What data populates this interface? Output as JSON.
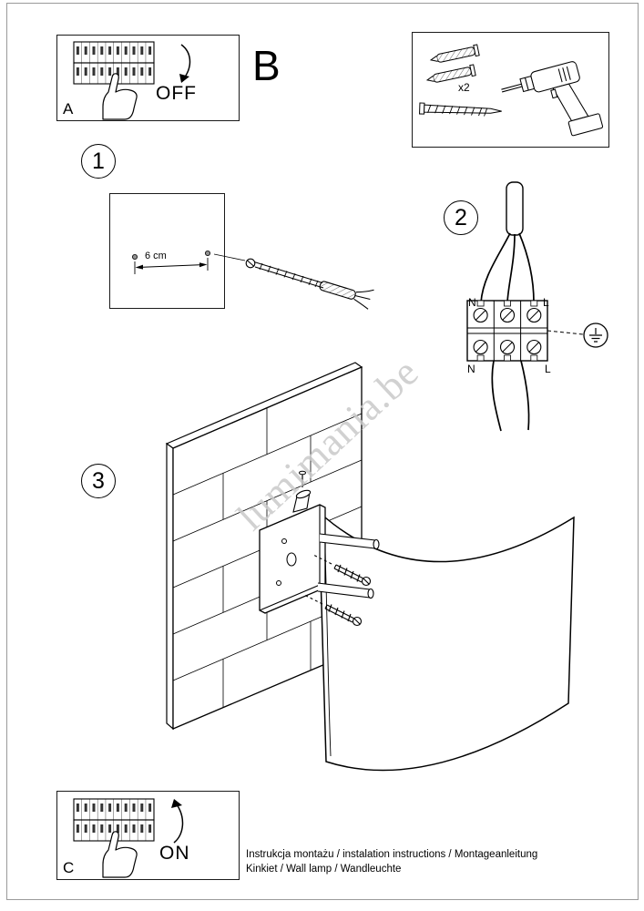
{
  "watermark": "lumimania.be",
  "sections": {
    "a": {
      "label": "A",
      "switch_state": "OFF"
    },
    "b_label": "B",
    "c": {
      "label": "C",
      "switch_state": "ON"
    },
    "parts": {
      "anchor_quantity": "x2"
    }
  },
  "steps": [
    {
      "number": "1",
      "hole_spacing": "6 cm"
    },
    {
      "number": "2",
      "terminal_labels": {
        "n_top": "N",
        "l_top": "L",
        "n_bottom": "N",
        "l_bottom": "L"
      }
    },
    {
      "number": "3"
    }
  ],
  "icons": {
    "off_arrow": "curved-arrow-down",
    "on_arrow": "curved-arrow-up",
    "ground": "earth-ground-symbol",
    "drill": "power-drill",
    "anchor": "wall-plug",
    "screw": "mounting-screw",
    "breaker": "circuit-breaker-panel",
    "hand": "pointing-hand"
  },
  "footer": {
    "line1": "Instrukcja montażu / instalation instructions / Montageanleitung",
    "line2": "Kinkiet / Wall lamp / Wandleuchte"
  }
}
